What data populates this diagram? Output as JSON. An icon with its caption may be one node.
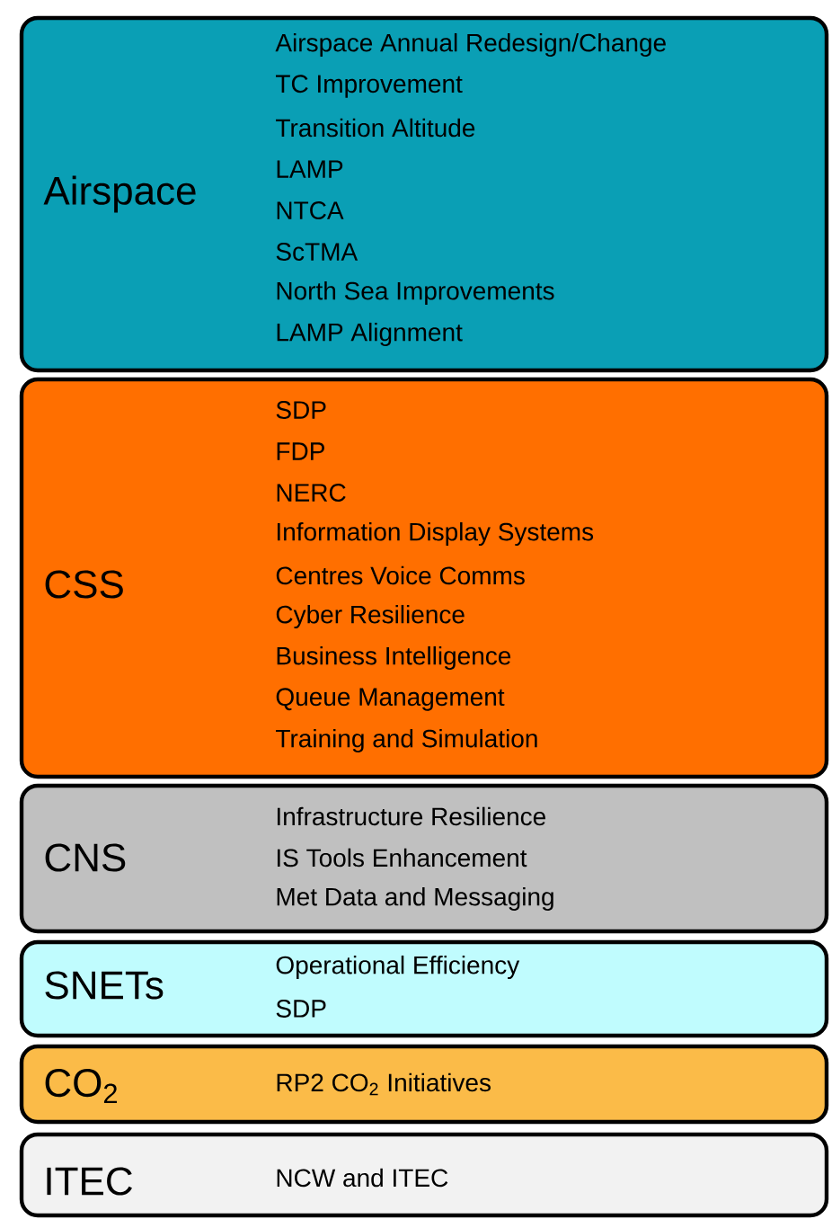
{
  "diagram": {
    "nodes": [
      {
        "text": [
          "Airspace",
          "Airspace Annual Redesign/Change",
          "TC Improvement",
          "Transition Altitude",
          "LAMP",
          "NTCA",
          "ScTMA",
          "North Sea Improvements",
          "LAMP Alignment"
        ]
      },
      {
        "text": [
          "CSS",
          "SDP",
          "FDP",
          "NERC",
          "Information Display Systems",
          "Centres Voice Comms",
          "Cyber Resilience",
          "Business Intelligence",
          "Queue Management",
          "Training and Simulation"
        ]
      },
      {
        "text": [
          "CNS",
          "Infrastructure Resilience",
          "IS Tools Enhancement",
          "Met Data and Messaging"
        ]
      },
      {
        "text": [
          "SNETs",
          "Operational Efficiency",
          "SDP"
        ]
      },
      {
        "text": [
          "CO$_{2}$",
          "RP2 CO$_{2}$ Initiatives"
        ]
      },
      {
        "text": [
          "ITEC",
          "NCW and ITEC"
        ]
      }
    ]
  }
}
